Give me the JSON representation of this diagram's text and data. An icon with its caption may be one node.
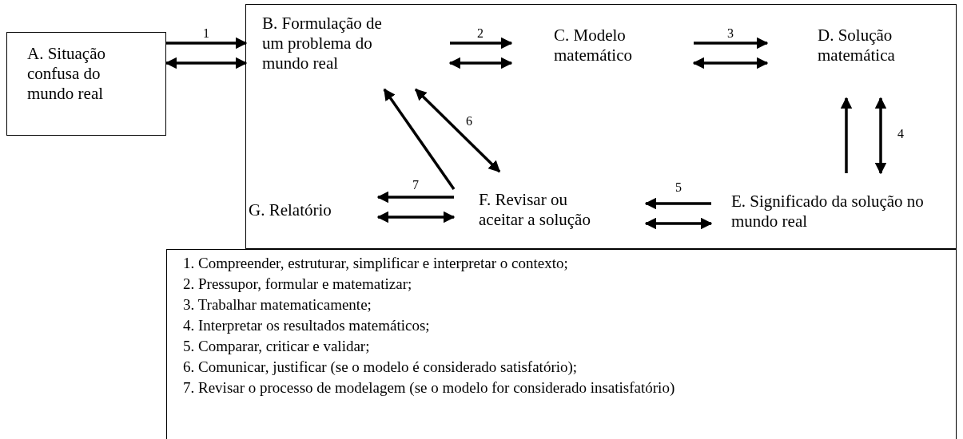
{
  "diagram": {
    "nodes": [
      {
        "text": [
          "A. Situação confusa do mundo real"
        ]
      },
      {
        "text": [],
        "shape": "box"
      },
      {
        "text": [
          "B. Formulação de um problema do mundo real"
        ],
        "in": 1
      },
      {
        "text": [
          "C. Modelo matemático"
        ],
        "in": 1
      },
      {
        "text": [
          "D. Solução matemática"
        ],
        "in": 1
      },
      {
        "text": [
          "E. Significado da solução no mundo real"
        ],
        "in": 1
      },
      {
        "text": [
          "F. Revisar ou aceitar a solução"
        ],
        "in": 1
      },
      {
        "text": [
          "G. Relatório"
        ],
        "in": 1
      },
      {
        "text": [
          "1. Compreender, estruturar, simplificar e interpretar o contexto;",
          "2. Pressupor, formular e matematizar;",
          "3. Trabalhar matematicamente;",
          "4. Interpretar os resultados matemáticos;",
          "5. Comparar, criticar e validar;",
          "6. Comunicar, justificar (se o modelo é considerado satisfatório);",
          "7. Revisar o processo de modelagem (se o modelo for considerado insatisfatório)"
        ]
      }
    ],
    "edges": [
      {
        "from": 0,
        "to": 2,
        "arrow": "to",
        "label": "1"
      },
      {
        "from": 0,
        "to": 2,
        "arrow": "both"
      },
      {
        "from": 2,
        "to": 3,
        "arrow": "to",
        "label": "2"
      },
      {
        "from": 2,
        "to": 3,
        "arrow": "both"
      },
      {
        "from": 3,
        "to": 4,
        "arrow": "to",
        "label": "3"
      },
      {
        "from": 3,
        "to": 4,
        "arrow": "both"
      },
      {
        "from": 5,
        "to": 4,
        "arrow": "to"
      },
      {
        "from": 4,
        "to": 5,
        "arrow": "both",
        "label": "4"
      },
      {
        "from": 5,
        "to": 6,
        "arrow": "to",
        "label": "5"
      },
      {
        "from": 5,
        "to": 6,
        "arrow": "both"
      },
      {
        "from": 6,
        "to": 2,
        "arrow": "both",
        "label": "6"
      },
      {
        "from": 6,
        "to": 2,
        "arrow": "to"
      },
      {
        "from": 6,
        "to": 7,
        "arrow": "to",
        "label": "7"
      },
      {
        "from": 6,
        "to": 7,
        "arrow": "both"
      }
    ]
  }
}
